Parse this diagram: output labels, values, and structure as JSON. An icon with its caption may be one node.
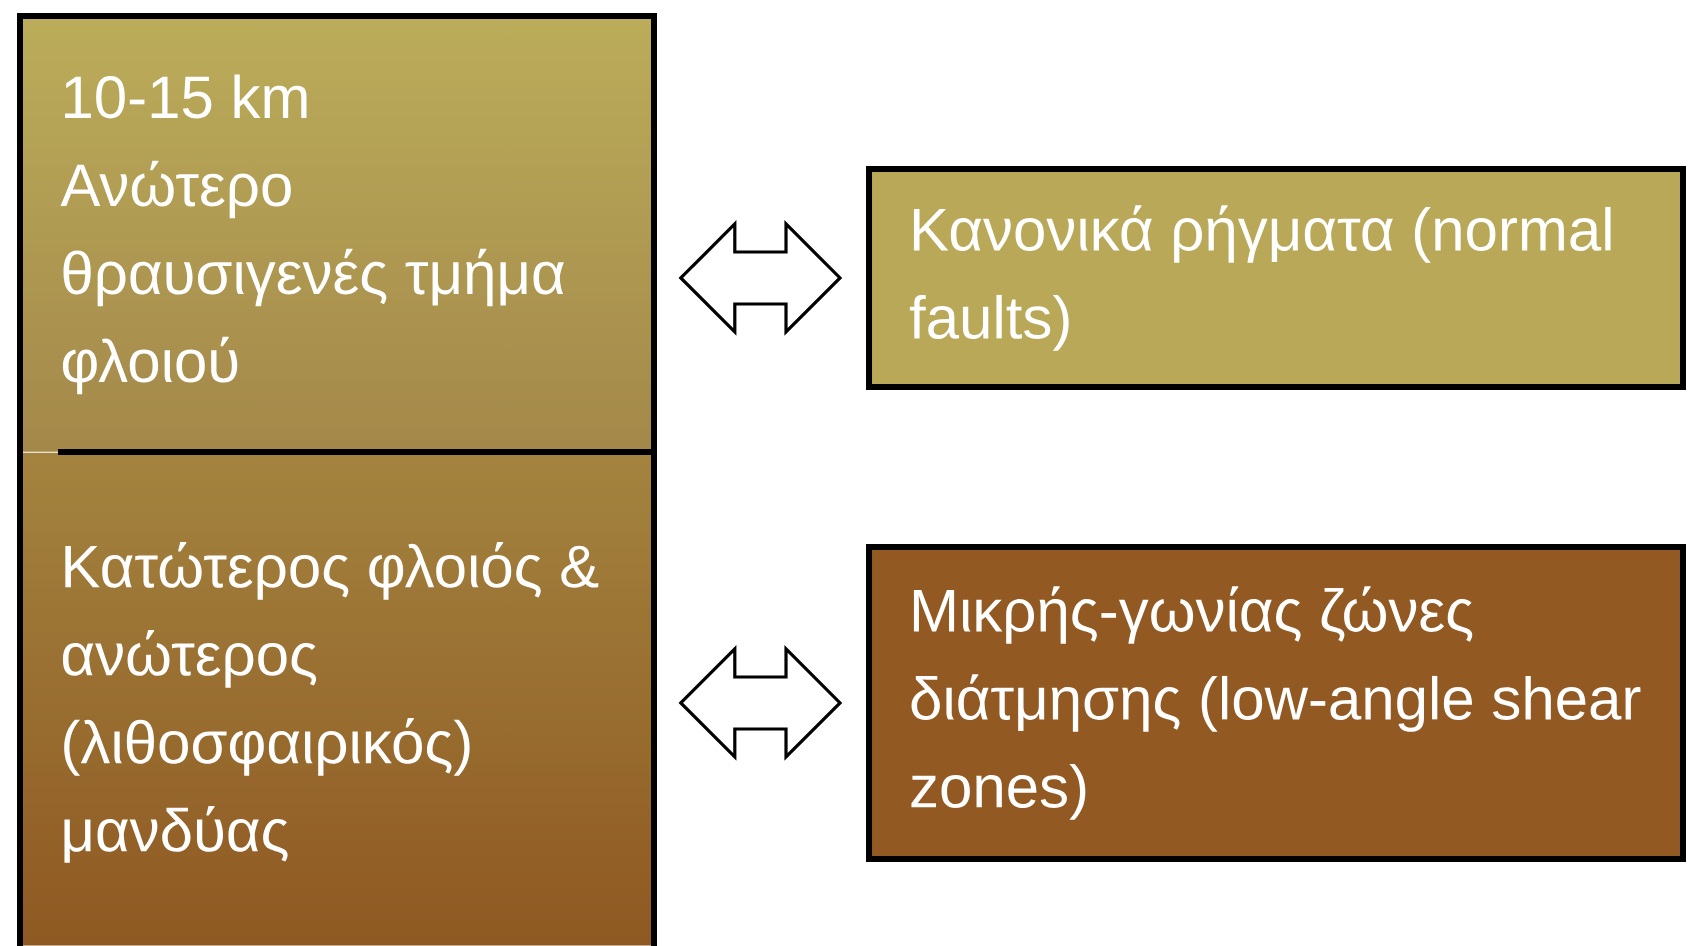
{
  "diagram": {
    "nodes": [
      {
        "text": [
          "10-15 km",
          "Ανώτερο θραυσιγενές τμήμα φλοιού"
        ]
      },
      {
        "text": [
          "Κατώτερος φλοιός & ανώτερος (λιθοσφαιρικός) μανδύας"
        ]
      },
      {
        "text": [
          "Κανονικά ρήγματα (normal faults)"
        ]
      },
      {
        "text": [
          "Μικρής-γωνίας ζώνες διάτμησης (low-angle shear zones)"
        ]
      }
    ],
    "edges": [
      {
        "from": 0,
        "to": 2,
        "arrow": "both"
      },
      {
        "from": 1,
        "to": 3,
        "arrow": "both"
      }
    ]
  }
}
